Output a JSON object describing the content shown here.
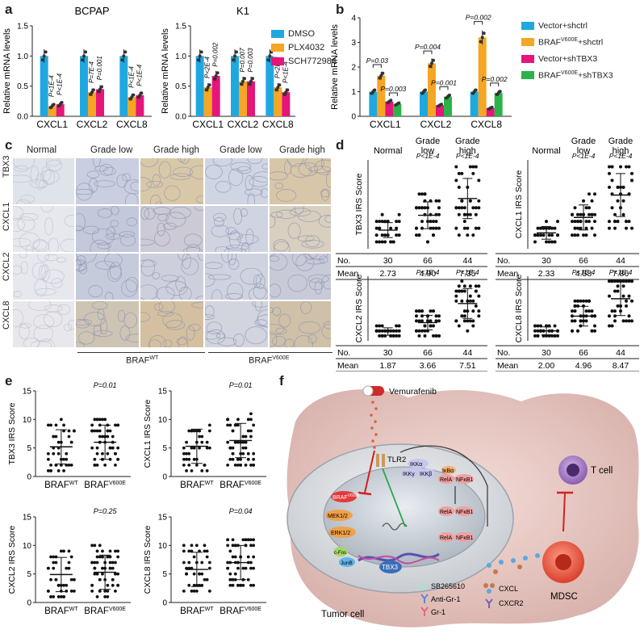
{
  "colors": {
    "blue": "#1fa8e0",
    "orange": "#f5a623",
    "magenta": "#e6157a",
    "green": "#2bb34a",
    "ink": "#222222"
  },
  "panel_labels": {
    "a": "a",
    "b": "b",
    "c": "c",
    "d": "d",
    "e": "e",
    "f": "f"
  },
  "chart_data": [
    {
      "id": "a-bcpap",
      "type": "bar",
      "title": "BCPAP",
      "ylabel": "Relative mRNA levels",
      "ylim": [
        0,
        1.5
      ],
      "yticks": [
        "0.0",
        "0.5",
        "1.0",
        "1.5"
      ],
      "categories": [
        "CXCL1",
        "CXCL2",
        "CXCL8"
      ],
      "series": [
        {
          "name": "DMSO",
          "values": [
            1.0,
            1.0,
            1.0
          ]
        },
        {
          "name": "PLX4032",
          "values": [
            0.17,
            0.4,
            0.32
          ]
        },
        {
          "name": "SCH772984",
          "values": [
            0.2,
            0.45,
            0.35
          ]
        }
      ],
      "pvalues": [
        [
          "P<1E-4",
          "P<1E-4"
        ],
        [
          "P=7E-4",
          "P=0.001"
        ],
        [
          "P<1E-4",
          "P<1E-4"
        ]
      ]
    },
    {
      "id": "a-k1",
      "type": "bar",
      "title": "K1",
      "ylabel": "Relative mRNA levels",
      "ylim": [
        0,
        1.5
      ],
      "yticks": [
        "0.0",
        "0.5",
        "1.0",
        "1.5"
      ],
      "categories": [
        "CXCL1",
        "CXCL2",
        "CXCL8"
      ],
      "series": [
        {
          "name": "DMSO",
          "values": [
            1.0,
            1.0,
            1.0
          ]
        },
        {
          "name": "PLX4032",
          "values": [
            0.48,
            0.58,
            0.48
          ]
        },
        {
          "name": "SCH772984",
          "values": [
            0.67,
            0.58,
            0.4
          ]
        }
      ],
      "pvalues": [
        [
          "P<2E-4",
          "P=0.002"
        ],
        [
          "P=0.007",
          "P=0.003"
        ],
        [
          "P<2E-4",
          "P<1E-4"
        ]
      ]
    },
    {
      "id": "b",
      "type": "bar",
      "ylabel": "Relative mRNA levels",
      "ylim": [
        0,
        4
      ],
      "yticks": [
        "0",
        "1",
        "2",
        "3",
        "4"
      ],
      "categories": [
        "CXCL1",
        "CXCL2",
        "CXCL8"
      ],
      "series": [
        {
          "name": "Vector+shctrl",
          "values": [
            1.0,
            1.0,
            1.0
          ]
        },
        {
          "name": "BRAF V600E+shctrl",
          "values": [
            1.65,
            2.15,
            3.2
          ]
        },
        {
          "name": "Vector+shTBX3",
          "values": [
            0.6,
            0.45,
            0.33
          ]
        },
        {
          "name": "BRAF V600E+shTBX3",
          "values": [
            0.5,
            0.8,
            0.95
          ]
        }
      ],
      "pvalues": [
        "P=0.03",
        "P=0.003",
        "P=0.004",
        "P=0.001",
        "P=0.002",
        "P=0.002"
      ]
    },
    {
      "id": "d",
      "type": "scatter",
      "ylabel_suffix": "IRS Score",
      "groups": [
        "Normal",
        "Grade low",
        "Grade high"
      ],
      "counts": [
        30,
        66,
        44
      ],
      "row_labels": {
        "no": "No.",
        "mean": "Mean"
      },
      "panels": [
        {
          "marker": "TBX3",
          "means": [
            "2.73",
            "4.90",
            "7.35"
          ],
          "pvals": [
            "",
            "P<1E-4",
            "P<1E-4"
          ]
        },
        {
          "marker": "CXCL1",
          "means": [
            "2.33",
            "4.58",
            "7.86"
          ],
          "pvals": [
            "",
            "P<1E-4",
            "P<1E-4"
          ]
        },
        {
          "marker": "CXCL2",
          "means": [
            "1.87",
            "3.66",
            "7.51"
          ],
          "pvals": [
            "",
            "P<1E-4",
            "P<1E-4"
          ]
        },
        {
          "marker": "CXCL8",
          "means": [
            "2.00",
            "4.96",
            "8.47"
          ],
          "pvals": [
            "",
            "P<1E-4",
            "P<1E-4"
          ]
        }
      ]
    },
    {
      "id": "e",
      "type": "scatter",
      "ylim": [
        0,
        15
      ],
      "yticks": [
        "0",
        "5",
        "10",
        "15"
      ],
      "groups": [
        "BRAF WT",
        "BRAF V600E"
      ],
      "panels": [
        {
          "ylabel": "TBX3 IRS Score",
          "means": [
            5.2,
            6.0
          ],
          "p": "P=0.01"
        },
        {
          "ylabel": "CXCL1 IRS Score",
          "means": [
            5.3,
            6.3
          ],
          "p": "P=0.01"
        },
        {
          "ylabel": "CXCL2 IRS Score",
          "means": [
            4.9,
            5.3
          ],
          "p": "P=0.25"
        },
        {
          "ylabel": "CXCL8 IRS Score",
          "means": [
            5.8,
            7.0
          ],
          "p": "P=0.04"
        }
      ]
    }
  ],
  "legend_a": [
    "DMSO",
    "PLX4032",
    "SCH772984"
  ],
  "legend_b": [
    {
      "pre": "Vector+shctrl",
      "sup": "",
      "post": ""
    },
    {
      "pre": "BRAF",
      "sup": "V600E",
      "post": "+shctrl"
    },
    {
      "pre": "Vector+shTBX3",
      "sup": "",
      "post": ""
    },
    {
      "pre": "BRAF",
      "sup": "V600E",
      "post": "+shTBX3"
    }
  ],
  "panel_c": {
    "columns": [
      "Normal",
      "Grade low",
      "Grade high",
      "Grade low",
      "Grade high"
    ],
    "rows": [
      "TBX3",
      "CXCL1",
      "CXCL2",
      "CXCL8"
    ],
    "braf_wt": {
      "pre": "BRAF",
      "sup": "WT"
    },
    "braf_v600e": {
      "pre": "BRAF",
      "sup": "V600E"
    }
  },
  "panel_e_xlabels": {
    "wt_pre": "BRAF",
    "wt_sup": "WT",
    "mut_pre": "BRAF",
    "mut_sup": "V600E"
  },
  "panel_f": {
    "drug": "Vemurafenib",
    "tlr2": "TLR2",
    "ikka": "IKKα",
    "ikkb": "IKKβ",
    "ikkg": "IKKγ",
    "ikba": "IκBα",
    "rela": "RelA",
    "nfkb1": "NFκB1",
    "braf": "BRAF",
    "braf_sup": "V600E",
    "mek": "MEK1/2",
    "erk": "ERK1/2",
    "cfos": "c-Fos",
    "junb": "JunB",
    "tbx3": "TBX3",
    "tumor_cell": "Tumor cell",
    "t_cell": "T cell",
    "mdsc": "MDSC",
    "legend": [
      "SB265610",
      "Anti-Gr-1",
      "Gr-1",
      "CXCL",
      "CXCR2"
    ]
  }
}
